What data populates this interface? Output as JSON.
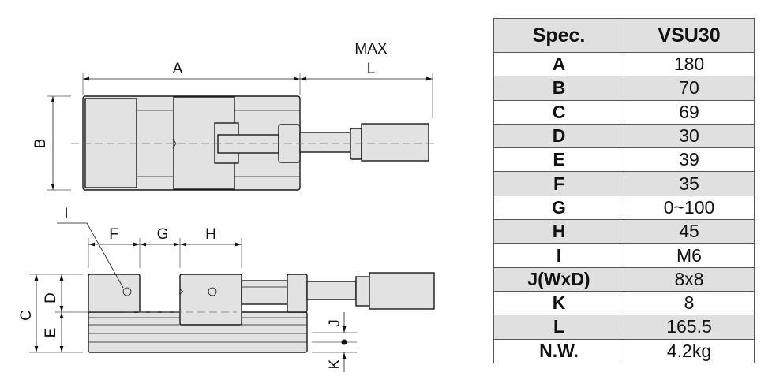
{
  "drawing": {
    "top_view": {
      "dim_a": "A",
      "dim_l": "L",
      "max": "MAX",
      "dim_b": "B"
    },
    "side_view": {
      "dim_c": "C",
      "dim_d": "D",
      "dim_e": "E",
      "dim_f": "F",
      "dim_g": "G",
      "dim_h": "H",
      "dim_i": "I",
      "dim_j": "J",
      "dim_k": "K"
    }
  },
  "table": {
    "header": [
      "Spec.",
      "VSU30"
    ],
    "rows": [
      [
        "A",
        "180"
      ],
      [
        "B",
        "70"
      ],
      [
        "C",
        "69"
      ],
      [
        "D",
        "30"
      ],
      [
        "E",
        "39"
      ],
      [
        "F",
        "35"
      ],
      [
        "G",
        "0~100"
      ],
      [
        "H",
        "45"
      ],
      [
        "I",
        "M6"
      ],
      [
        "J(WxD)",
        "8x8"
      ],
      [
        "K",
        "8"
      ],
      [
        "L",
        "165.5"
      ],
      [
        "N.W.",
        "4.2kg"
      ]
    ]
  }
}
